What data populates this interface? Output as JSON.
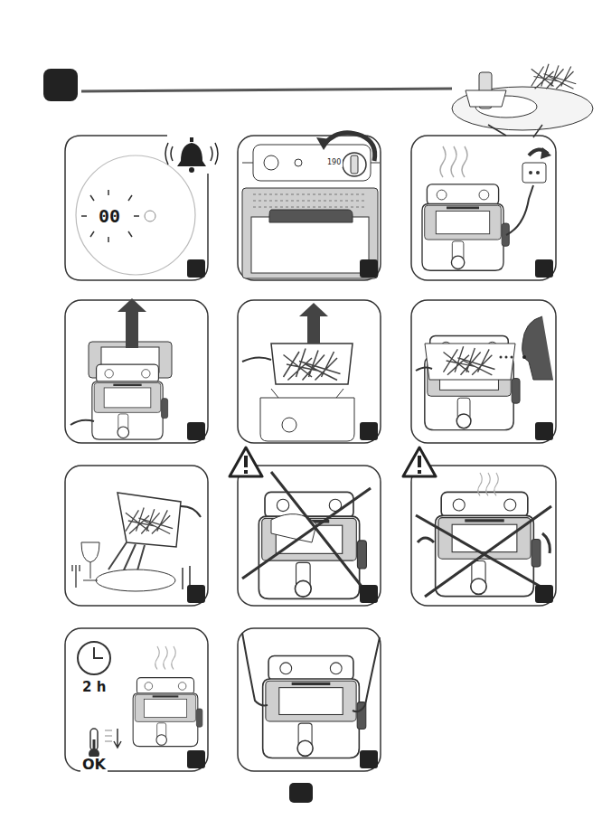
{
  "diagram": {
    "labels": [
      "00",
      "190",
      "2 h",
      "OK"
    ]
  }
}
